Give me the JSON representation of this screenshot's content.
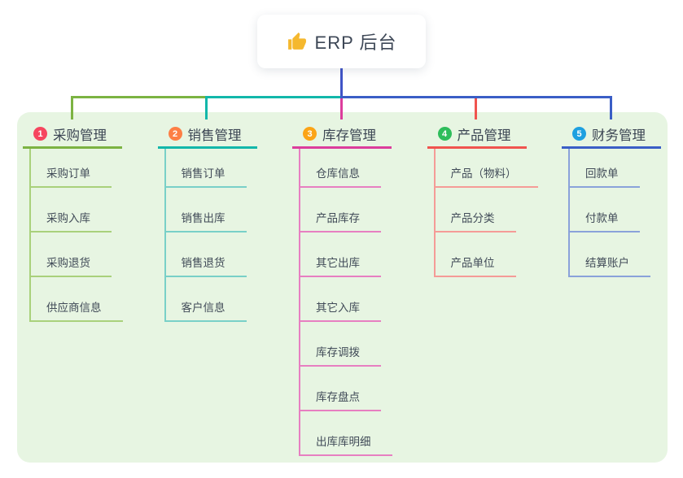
{
  "root": {
    "label": "ERP 后台",
    "icon": "thumbs-up-icon",
    "icon_color": "#f5b82e"
  },
  "canvas": {
    "background": "#ffffff",
    "panel_color": "#e7f5e2",
    "root_line_color": "#4054c7",
    "text_color": "#3b4553"
  },
  "branches": [
    {
      "number": "1",
      "title": "采购管理",
      "badge_color": "#f6465f",
      "line_color": "#7cb342",
      "child_line_color": "#a9d17b",
      "children": [
        "采购订单",
        "采购入库",
        "采购退货",
        "供应商信息"
      ]
    },
    {
      "number": "2",
      "title": "销售管理",
      "badge_color": "#fd7f45",
      "line_color": "#12b7aa",
      "child_line_color": "#79d0c8",
      "children": [
        "销售订单",
        "销售出库",
        "销售退货",
        "客户信息"
      ]
    },
    {
      "number": "3",
      "title": "库存管理",
      "badge_color": "#fba417",
      "line_color": "#dc3d9c",
      "child_line_color": "#e77fc1",
      "children": [
        "仓库信息",
        "产品库存",
        "其它出库",
        "其它入库",
        "库存调拨",
        "库存盘点",
        "出库库明细"
      ]
    },
    {
      "number": "4",
      "title": "产品管理",
      "badge_color": "#2ebd5b",
      "line_color": "#f0544f",
      "child_line_color": "#f59b97",
      "children": [
        "产品（物料）",
        "产品分类",
        "产品单位"
      ]
    },
    {
      "number": "5",
      "title": "财务管理",
      "badge_color": "#1ea0e0",
      "line_color": "#3a5ec6",
      "child_line_color": "#8aa2da",
      "children": [
        "回款单",
        "付款单",
        "结算账户"
      ]
    }
  ]
}
